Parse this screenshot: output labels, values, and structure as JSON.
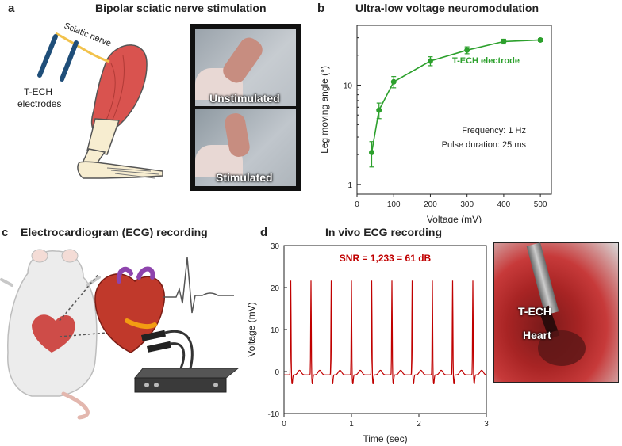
{
  "panels": {
    "a": {
      "letter": "a",
      "title": "Bipolar sciatic nerve stimulation",
      "nerve_label": "Sciatic nerve",
      "electrode_label_1": "T-ECH",
      "electrode_label_2": "electrodes",
      "photo_top_label": "Unstimulated",
      "photo_bottom_label": "Stimulated"
    },
    "b": {
      "letter": "b",
      "title": "Ultra-low voltage neuromodulation"
    },
    "c": {
      "letter": "c",
      "title": "Electrocardiogram (ECG) recording"
    },
    "d": {
      "letter": "d",
      "title": "In vivo ECG recording",
      "photo_label_1": "T-ECH",
      "photo_label_2": "Heart"
    }
  },
  "chart_data": [
    {
      "type": "line",
      "panel": "b",
      "title": "Ultra-low voltage neuromodulation",
      "xlabel": "Voltage (mV)",
      "ylabel": "Leg moving angle (°)",
      "xlim": [
        0,
        530
      ],
      "ylim": [
        0.8,
        40
      ],
      "yscale": "log",
      "xticks": [
        0,
        100,
        200,
        300,
        400,
        500
      ],
      "yticks": [
        1,
        10
      ],
      "series": [
        {
          "name": "T-ECH electrode",
          "color": "#2ca02c",
          "x": [
            40,
            60,
            100,
            200,
            300,
            400,
            500
          ],
          "y": [
            2.1,
            5.6,
            10.8,
            17.5,
            22.5,
            27.5,
            28.5
          ],
          "err": [
            0.6,
            1.0,
            1.4,
            1.8,
            1.8,
            1.5,
            1.0
          ]
        }
      ],
      "annotations": [
        "Frequency: 1 Hz",
        "Pulse duration: 25 ms"
      ]
    },
    {
      "type": "line",
      "panel": "d",
      "title": "In vivo ECG recording",
      "xlabel": "Time (sec)",
      "ylabel": "Voltage (mV)",
      "xlim": [
        0,
        3
      ],
      "ylim": [
        -10,
        30
      ],
      "xticks": [
        0,
        1,
        2,
        3
      ],
      "yticks": [
        -10,
        0,
        10,
        20,
        30
      ],
      "series": [
        {
          "color": "#c00000",
          "peaks_sec": [
            0.1,
            0.4,
            0.7,
            1.0,
            1.3,
            1.6,
            1.9,
            2.2,
            2.5,
            2.8
          ],
          "peak_mV": 22.5,
          "baseline_mV": -0.8
        }
      ],
      "annotations": [
        "SNR = 1,233 = 61 dB"
      ]
    }
  ]
}
